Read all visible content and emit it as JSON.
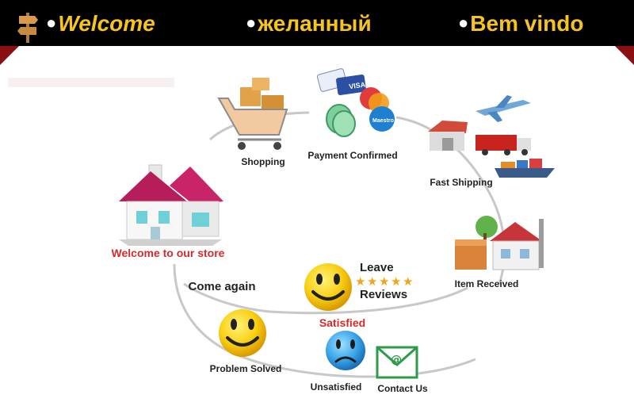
{
  "banner": {
    "welcome_en": "Welcome",
    "welcome_ru": "желанный",
    "welcome_pt": "Bem vindo"
  },
  "steps": {
    "shopping": "Shopping",
    "payment": "Payment Confirmed",
    "shipping": "Fast Shipping",
    "received": "Item Received",
    "leave": "Leave",
    "reviews": "Reviews",
    "satisfied": "Satisfied",
    "come_again": "Come again",
    "welcome_store": "Welcome to our store",
    "problem_solved": "Problem Solved",
    "unsatisfied": "Unsatisfied",
    "contact": "Contact Us"
  },
  "cards": {
    "card1": "VISA",
    "card2": "Maestro"
  },
  "colors": {
    "banner_bg": "#000000",
    "banner_text": "#f6c41a",
    "ribbon": "#8a0f12",
    "accent_red": "#d62a2a",
    "path_grey": "#c8c8c8"
  }
}
